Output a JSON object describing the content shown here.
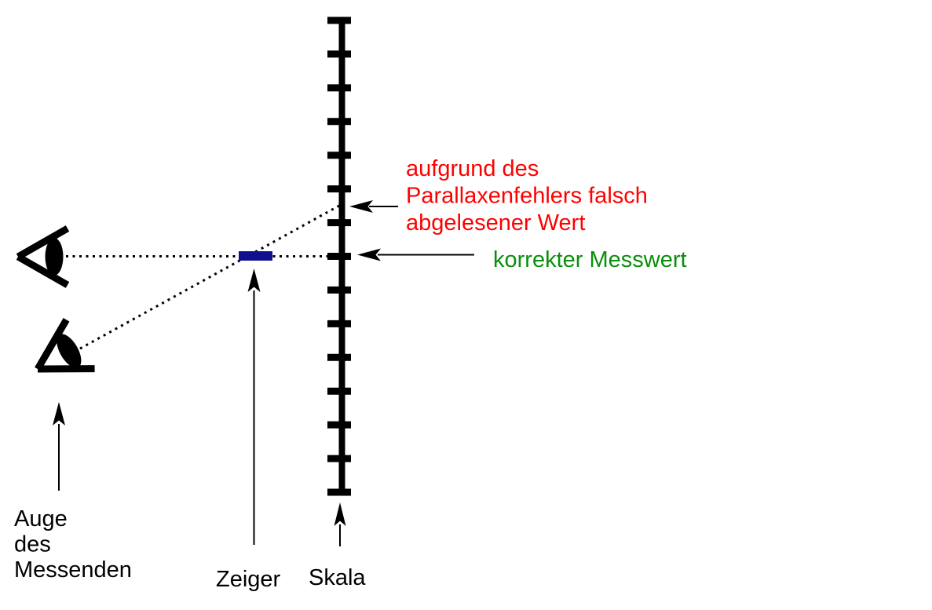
{
  "figure": {
    "background": "#ffffff",
    "colors": {
      "ink": "#000000",
      "wrong_value_red": "#ff0000",
      "correct_value_green": "#0a8f0a",
      "pointer_navy": "#10108e"
    },
    "annotations": {
      "wrong_value": {
        "lines": [
          "aufgrund des",
          "Parallaxenfehlers falsch",
          "abgelesener Wert"
        ]
      },
      "correct_value": {
        "text": "korrekter Messwert"
      }
    },
    "labels": {
      "eye": {
        "lines": [
          "Auge",
          "des",
          "Messenden"
        ]
      },
      "pointer": "Zeiger",
      "scale": "Skala"
    },
    "scale": {
      "tick_count": 15
    },
    "icons": {
      "eye_front": "eye-icon",
      "eye_tilted": "tilted-eye-icon"
    }
  }
}
